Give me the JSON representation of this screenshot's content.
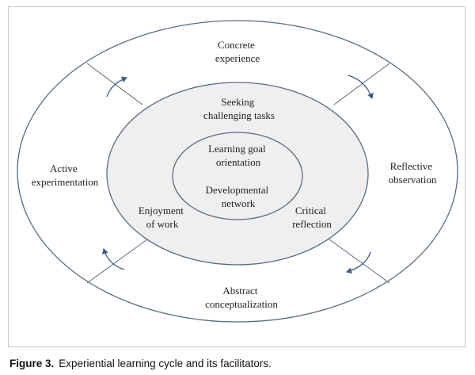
{
  "outer_labels": {
    "top": [
      "Concrete",
      "experience"
    ],
    "right": [
      "Reflective",
      "observation"
    ],
    "bottom": [
      "Abstract",
      "conceptualization"
    ],
    "left": [
      "Active",
      "experimentation"
    ]
  },
  "middle_labels": {
    "top": [
      "Seeking",
      "challenging tasks"
    ],
    "left": [
      "Enjoyment",
      "of work"
    ],
    "right": [
      "Critical",
      "reflection"
    ]
  },
  "inner_labels": {
    "top": [
      "Learning goal",
      "orientation"
    ],
    "bottom": [
      "Developmental",
      "network"
    ]
  },
  "caption": {
    "number": "Figure 3.",
    "text": "Experiential learning cycle and its facilitators."
  },
  "colors": {
    "ellipse_stroke": "#5a6b7d",
    "middle_fill": "#efefef",
    "arrow_stroke": "#3f5a80",
    "text": "#222222"
  }
}
